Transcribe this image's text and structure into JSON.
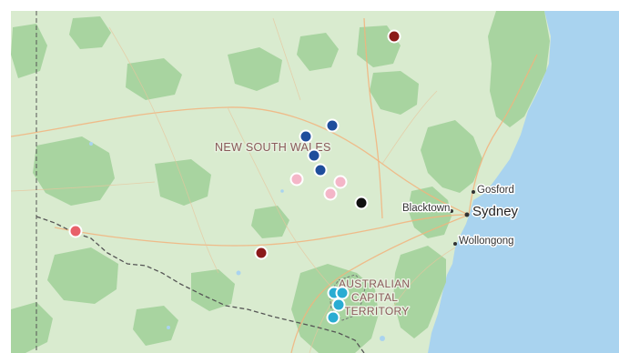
{
  "map": {
    "labels": {
      "state": "NEW SOUTH WALES",
      "territory_line1": "AUSTRALIAN",
      "territory_line2": "CAPITAL",
      "territory_line3": "TERRITORY",
      "cities": {
        "gosford": "Gosford",
        "blacktown": "Blacktown",
        "sydney": "Sydney",
        "wollongong": "Wollongong"
      }
    },
    "colors": {
      "sea": "#a9d3ef",
      "land": "#d9ebcf",
      "forest": "#a8d4a0",
      "road": "#f2b37c",
      "border": "#555555"
    },
    "markers": [
      {
        "color": "#8b1a1a",
        "name": "marker-dark-red"
      },
      {
        "color": "#1f4e9c",
        "name": "marker-blue"
      },
      {
        "color": "#1f4e9c",
        "name": "marker-blue"
      },
      {
        "color": "#1f4e9c",
        "name": "marker-blue"
      },
      {
        "color": "#1f4e9c",
        "name": "marker-blue"
      },
      {
        "color": "#f4b6c8",
        "name": "marker-pink"
      },
      {
        "color": "#f4b6c8",
        "name": "marker-pink"
      },
      {
        "color": "#f4b6c8",
        "name": "marker-pink"
      },
      {
        "color": "#111111",
        "name": "marker-black"
      },
      {
        "color": "#e8616a",
        "name": "marker-coral"
      },
      {
        "color": "#8b1a1a",
        "name": "marker-dark-red"
      },
      {
        "color": "#29acd2",
        "name": "marker-cyan"
      },
      {
        "color": "#29acd2",
        "name": "marker-cyan"
      },
      {
        "color": "#29acd2",
        "name": "marker-cyan"
      },
      {
        "color": "#29acd2",
        "name": "marker-cyan"
      }
    ]
  }
}
